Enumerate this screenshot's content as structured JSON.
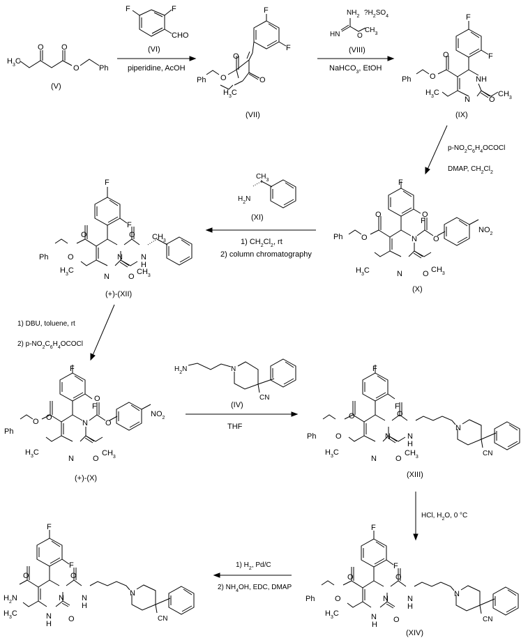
{
  "title": "Synthesis scheme of dihydropyrimidinone MCH antagonist",
  "compounds": {
    "V": {
      "label": "(V)",
      "atoms": {
        "h3c": "H3C",
        "o1": "O",
        "o2": "O",
        "o3": "O",
        "ph": "Ph"
      }
    },
    "VI": {
      "label": "(VI)",
      "atoms": {
        "f1": "F",
        "f2": "F",
        "cho": "CHO"
      }
    },
    "VII": {
      "label": "(VII)",
      "atoms": {
        "f1": "F",
        "f2": "F",
        "ph": "Ph",
        "o1": "O",
        "o2": "O",
        "h3c": "H3C",
        "o3": "O"
      }
    },
    "VIII": {
      "label": "(VIII)",
      "atoms": {
        "nh2": "NH2",
        "salt": "?H2SO4",
        "hn": "HN",
        "o": "O",
        "ch3": "CH3"
      }
    },
    "IX": {
      "label": "(IX)",
      "atoms": {
        "f1": "F",
        "f2": "F",
        "ph": "Ph",
        "o1": "O",
        "o2": "O",
        "nh": "NH",
        "h3c": "H3C",
        "n": "N",
        "o3": "O",
        "ch3": "CH3"
      }
    },
    "X": {
      "label": "(X)",
      "atoms": {
        "f1": "F",
        "f2": "F",
        "ph": "Ph",
        "o1": "O",
        "o2": "O",
        "n1": "N",
        "o3": "O",
        "o4": "O",
        "no2": "NO2",
        "h3c": "H3C",
        "n2": "N",
        "o5": "O",
        "ch3": "CH3"
      }
    },
    "XI": {
      "label": "(XI)",
      "atoms": {
        "ch3": "CH3",
        "h2n": "H2N"
      }
    },
    "XII": {
      "label": "(+)-(XII)",
      "atoms": {
        "f1": "F",
        "f2": "F",
        "ph": "Ph",
        "o1": "O",
        "o2": "O",
        "n1": "N",
        "o3": "O",
        "nh": "N",
        "h": "H",
        "ch3a": "CH3",
        "h3c": "H3C",
        "n2": "N",
        "o4": "O",
        "ch3": "CH3"
      }
    },
    "Xplus": {
      "label": "(+)-(X)",
      "atoms": {
        "f1": "F",
        "f2": "F",
        "ph": "Ph",
        "o1": "O",
        "o2": "O",
        "n1": "N",
        "o3": "O",
        "o4": "O",
        "no2": "NO2",
        "h3c": "H3C",
        "n2": "N",
        "o5": "O",
        "ch3": "CH3"
      }
    },
    "IV": {
      "label": "(IV)",
      "atoms": {
        "h2n": "H2N",
        "n": "N",
        "cn": "CN"
      }
    },
    "XIII": {
      "label": "(XIII)",
      "atoms": {
        "f1": "F",
        "f2": "F",
        "ph": "Ph",
        "o1": "O",
        "o2": "O",
        "n1": "N",
        "o3": "O",
        "nh": "N",
        "h": "H",
        "n3": "N",
        "cn": "CN",
        "h3c": "H3C",
        "n2": "N",
        "o4": "O",
        "ch3": "CH3"
      }
    },
    "XIV": {
      "label": "(XIV)",
      "atoms": {
        "f1": "F",
        "f2": "F",
        "ph": "Ph",
        "o1": "O",
        "o2": "O",
        "n1": "N",
        "o3": "O",
        "nh": "N",
        "h": "H",
        "n3": "N",
        "cn": "CN",
        "h3c": "H3C",
        "nh2": "N",
        "h2": "H",
        "o4": "O"
      }
    },
    "final": {
      "atoms": {
        "f1": "F",
        "f2": "F",
        "h2n": "H2N",
        "o1": "O",
        "n1": "N",
        "o3": "O",
        "nh": "N",
        "h": "H",
        "n3": "N",
        "cn": "CN",
        "h3c": "H3C",
        "nh2": "N",
        "h2": "H",
        "o4": "O"
      }
    }
  },
  "steps": [
    {
      "id": "V_to_VII",
      "reagents": [
        "piperidine, AcOH"
      ]
    },
    {
      "id": "VII_to_IX",
      "reagents": [
        "NaHCO3, EtOH"
      ]
    },
    {
      "id": "IX_to_X",
      "reagents": [
        "p-NO2C6H4OCOCl",
        "DMAP, CH2Cl2"
      ]
    },
    {
      "id": "X_to_XII",
      "reagents": [
        "1) CH2Cl2, rt",
        "2) column chromatography"
      ]
    },
    {
      "id": "XII_to_Xplus",
      "reagents": [
        "1)  DBU, toluene, rt",
        "2) p-NO2C6H4OCOCl"
      ]
    },
    {
      "id": "Xplus_to_XIII",
      "reagents": [
        "THF"
      ]
    },
    {
      "id": "XIII_to_XIV",
      "reagents": [
        "HCl, H2O, 0 °C"
      ]
    },
    {
      "id": "XIV_to_final",
      "reagents": [
        "1) H2, Pd/C",
        "2) NH4OH, EDC, DMAP"
      ]
    }
  ]
}
